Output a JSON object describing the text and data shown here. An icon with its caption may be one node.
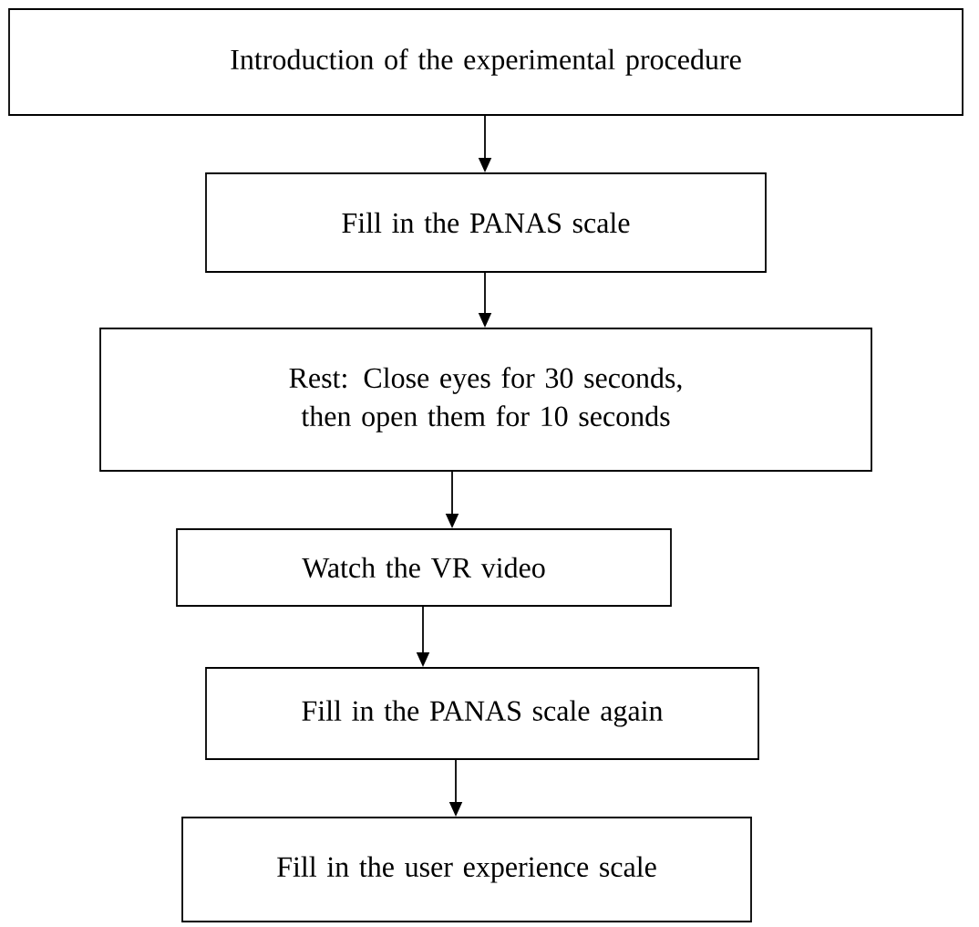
{
  "diagram": {
    "nodes": [
      {
        "text": [
          "Introduction of the experimental procedure"
        ]
      },
      {
        "text": [
          "Fill in the PANAS scale"
        ]
      },
      {
        "text": [
          "Rest: Close eyes for 30 seconds, then open them for 10 seconds"
        ]
      },
      {
        "text": [
          "Watch the VR video"
        ]
      },
      {
        "text": [
          "Fill in the PANAS scale again"
        ]
      },
      {
        "text": [
          "Fill in the user experience scale"
        ]
      }
    ],
    "edges": [
      {
        "from": 0,
        "to": 1,
        "arrow": "to"
      },
      {
        "from": 1,
        "to": 2,
        "arrow": "to"
      },
      {
        "from": 2,
        "to": 3,
        "arrow": "to"
      },
      {
        "from": 3,
        "to": 4,
        "arrow": "to"
      },
      {
        "from": 4,
        "to": 5,
        "arrow": "to"
      }
    ]
  }
}
